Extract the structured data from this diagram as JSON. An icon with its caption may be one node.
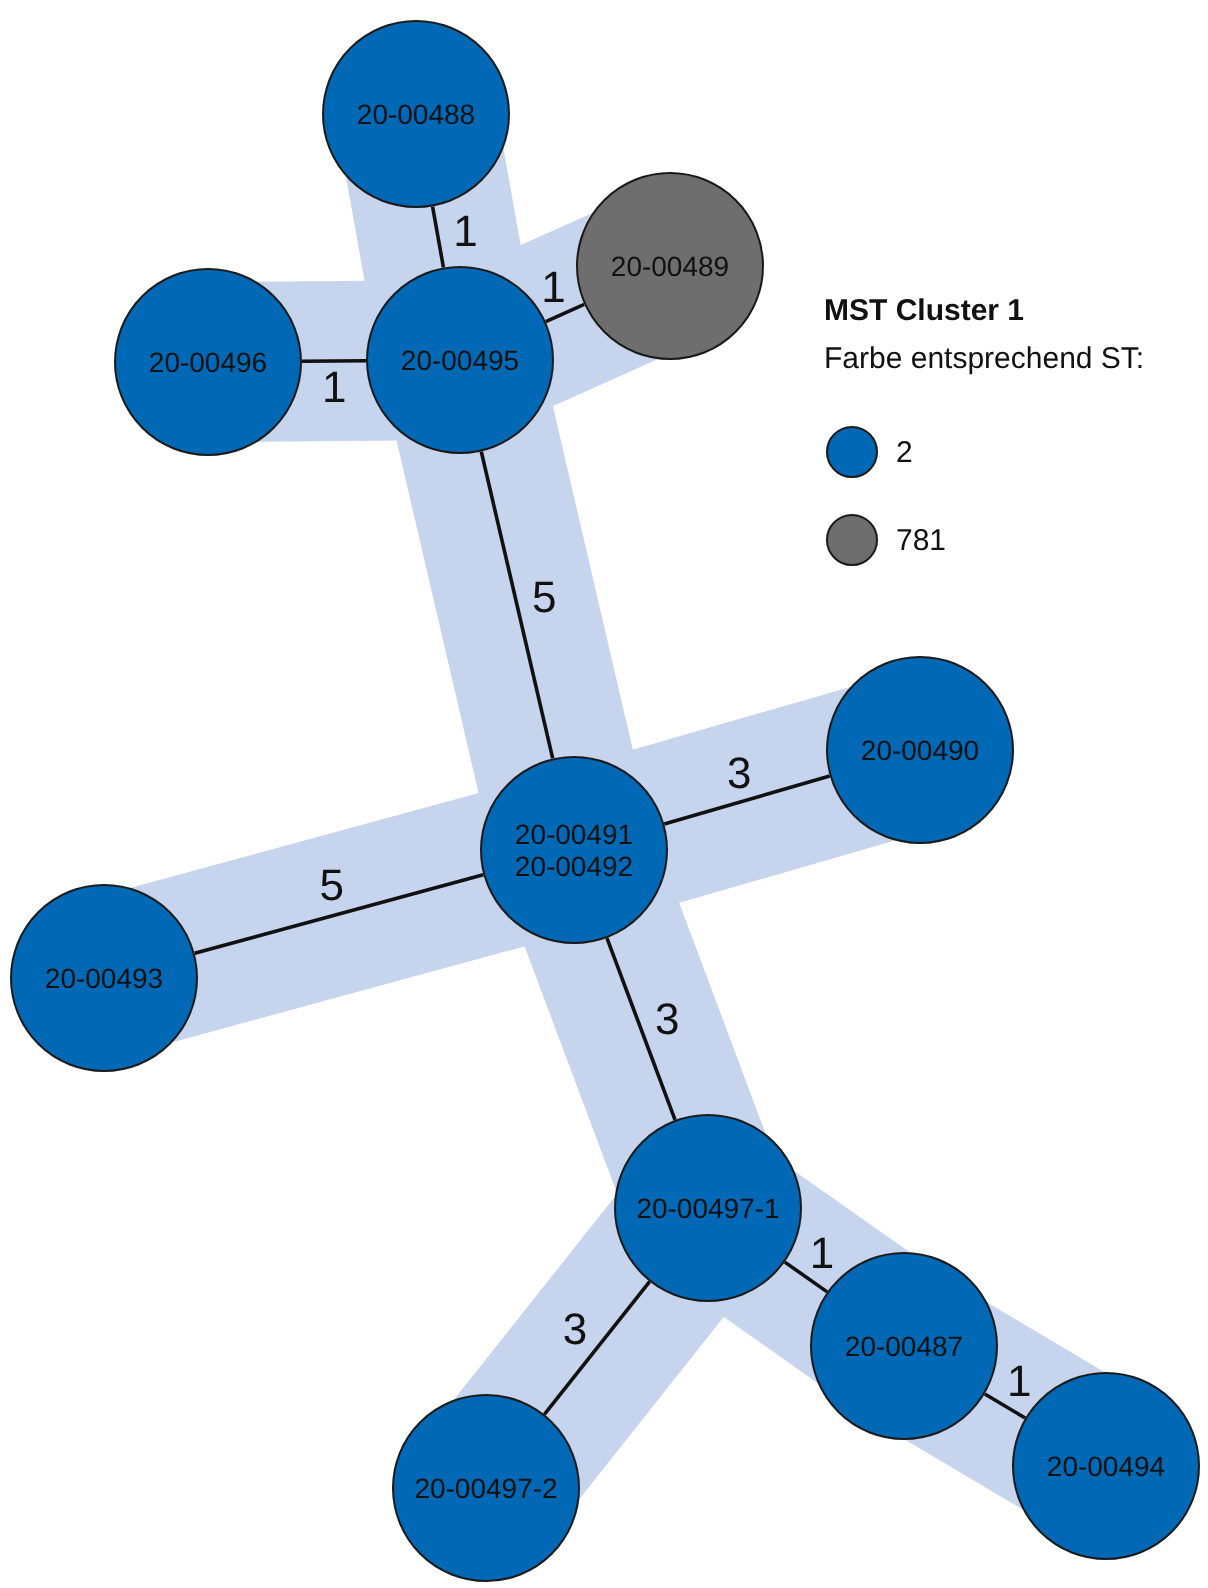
{
  "diagram": {
    "title": "MST Cluster 1",
    "nodes": [
      {
        "text": [
          "20-00488"
        ]
      },
      {
        "text": [
          "20-00489"
        ]
      },
      {
        "text": [
          "20-00496"
        ]
      },
      {
        "text": [
          "20-00495"
        ]
      },
      {
        "text": [
          "20-00490"
        ]
      },
      {
        "text": [
          "20-00491",
          "20-00492"
        ]
      },
      {
        "text": [
          "20-00493"
        ]
      },
      {
        "text": [
          "20-00497-1"
        ]
      },
      {
        "text": [
          "20-00487"
        ]
      },
      {
        "text": [
          "20-00497-2"
        ]
      },
      {
        "text": [
          "20-00494"
        ]
      }
    ],
    "edges": [
      {
        "from": 0,
        "to": 3,
        "arrow": "none",
        "label": "1"
      },
      {
        "from": 3,
        "to": 1,
        "arrow": "none",
        "label": "1"
      },
      {
        "from": 2,
        "to": 3,
        "arrow": "none",
        "label": "1"
      },
      {
        "from": 3,
        "to": 5,
        "arrow": "none",
        "label": "5"
      },
      {
        "from": 5,
        "to": 4,
        "arrow": "none",
        "label": "3"
      },
      {
        "from": 6,
        "to": 5,
        "arrow": "none",
        "label": "5"
      },
      {
        "from": 5,
        "to": 7,
        "arrow": "none",
        "label": "3"
      },
      {
        "from": 7,
        "to": 8,
        "arrow": "none",
        "label": "1"
      },
      {
        "from": 7,
        "to": 9,
        "arrow": "none",
        "label": "3"
      },
      {
        "from": 8,
        "to": 10,
        "arrow": "none",
        "label": "1"
      }
    ],
    "labels": [
      "Farbe entsprechend ST:"
    ],
    "legend": [
      {
        "text": "2",
        "color": "#0068b4"
      },
      {
        "text": "781",
        "color": "#6e6e6e"
      }
    ]
  }
}
